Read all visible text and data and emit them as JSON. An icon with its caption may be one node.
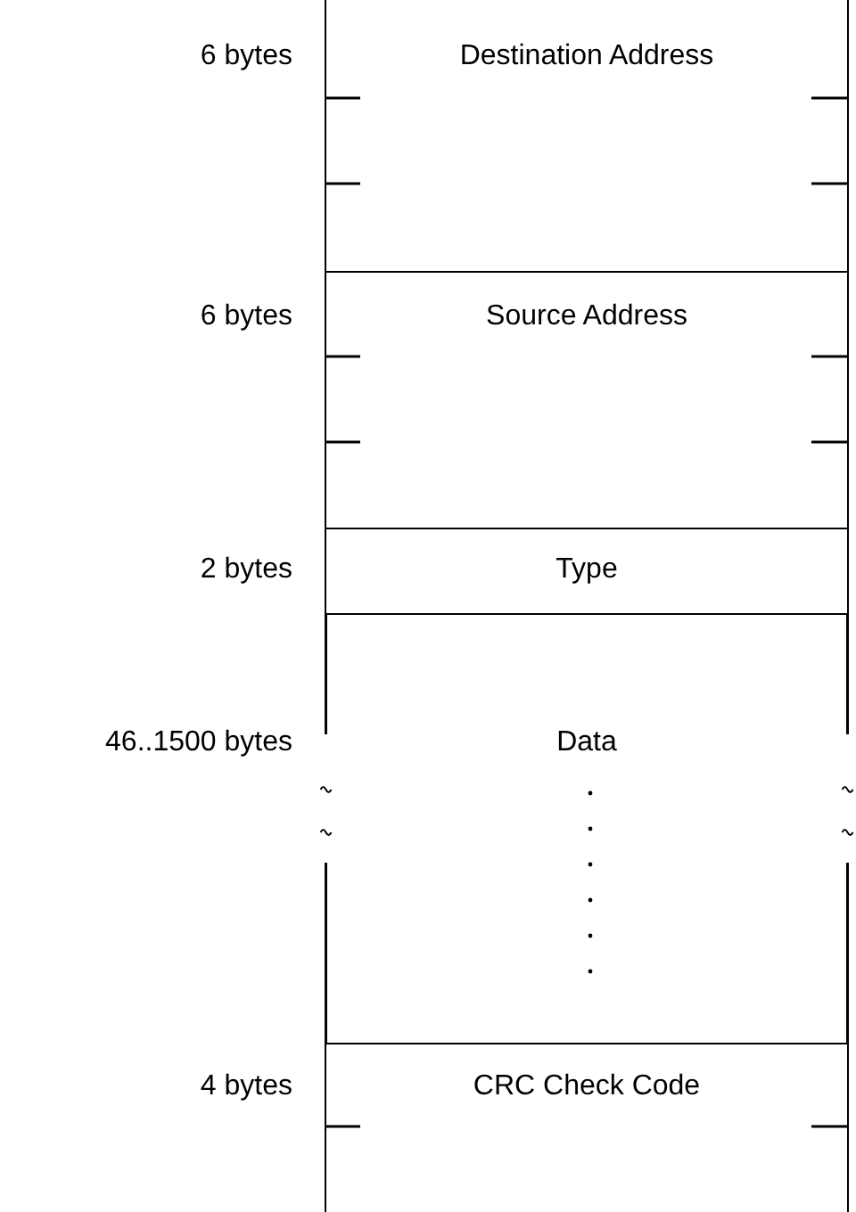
{
  "diagram": {
    "nodes": [
      {
        "text": [
          "Destination Address"
        ],
        "beside": [
          "6 bytes"
        ]
      },
      {
        "text": [
          "Source Address"
        ],
        "beside": [
          "6 bytes"
        ]
      },
      {
        "text": [
          "Type"
        ],
        "beside": [
          "2 bytes"
        ]
      },
      {
        "text": [
          "Data"
        ],
        "beside": [
          "46..1500 bytes"
        ]
      },
      {
        "text": [
          "CRC Check Code"
        ],
        "beside": [
          "4 bytes"
        ]
      }
    ]
  }
}
